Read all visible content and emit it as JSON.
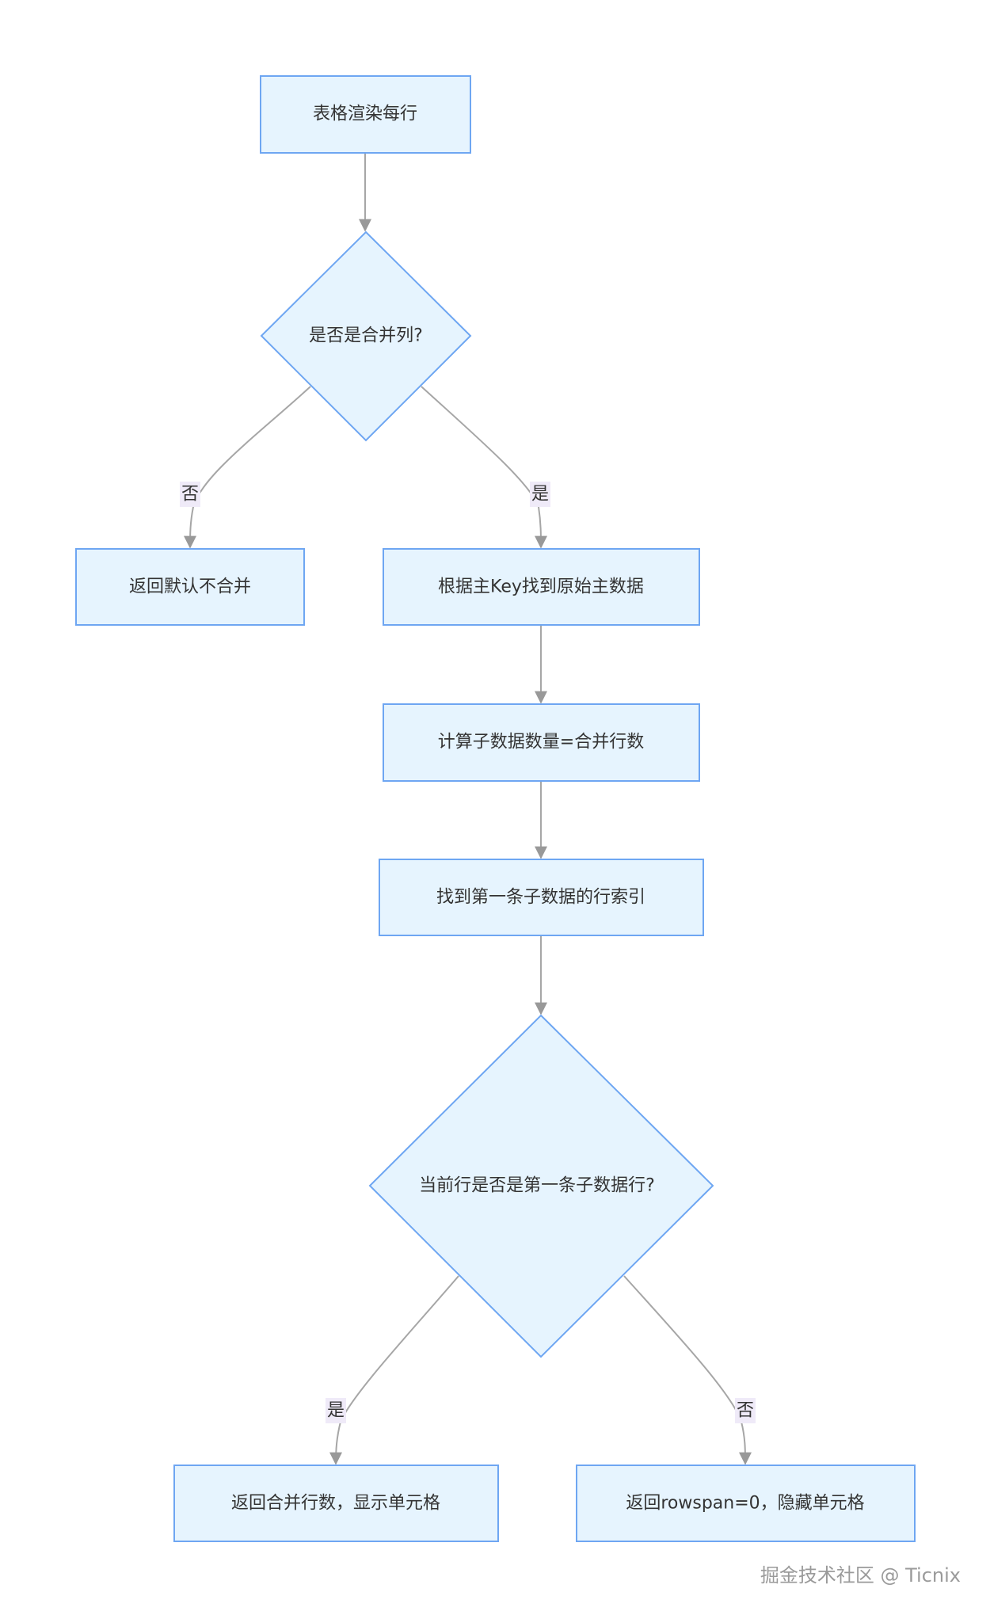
{
  "nodes": {
    "start": "表格渲染每行",
    "is_merge_col": "是否是合并列?",
    "default_no_merge": "返回默认不合并",
    "find_parent": "根据主Key找到原始主数据",
    "count_children": "计算子数据数量=合并行数",
    "find_first_index": "找到第一条子数据的行索引",
    "is_first_child": "当前行是否是第一条子数据行?",
    "return_rowspan": "返回合并行数，显示单元格",
    "return_hidden": "返回rowspan=0，隐藏单元格"
  },
  "edge_labels": {
    "no1": "否",
    "yes1": "是",
    "yes2": "是",
    "no2": "否"
  },
  "watermark": "掘金技术社区 @ Ticnix",
  "colors": {
    "node_fill": "#e6f4fe",
    "node_stroke": "#6ea6f2",
    "edge": "#a6a6a6",
    "label_bg": "#efeaf8"
  }
}
